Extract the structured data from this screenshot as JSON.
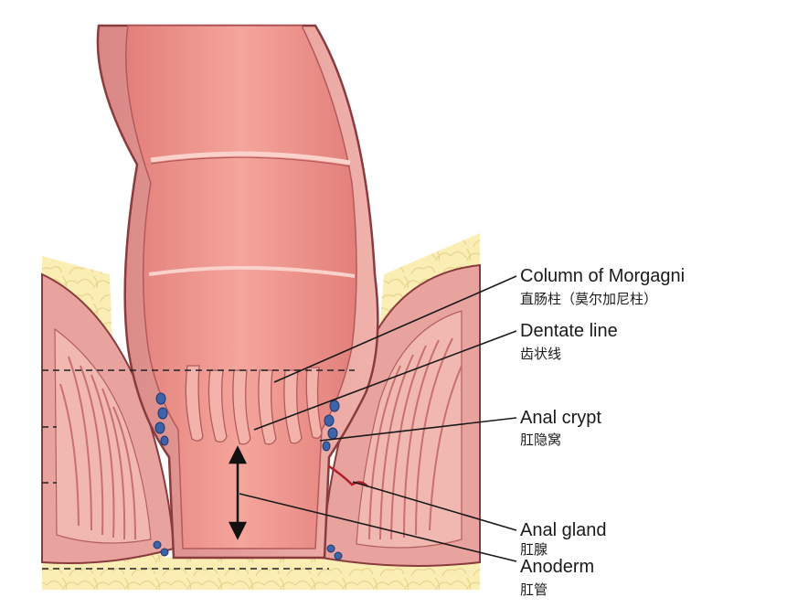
{
  "labels": [
    {
      "id": "column-of-morgagni",
      "en": "Column of Morgagni",
      "zh": "直肠柱（莫尔加尼柱）"
    },
    {
      "id": "dentate-line",
      "en": "Dentate line",
      "zh": "齿状线"
    },
    {
      "id": "anal-crypt",
      "en": "Anal crypt",
      "zh": "肛隐窝"
    },
    {
      "id": "anal-gland",
      "en": "Anal gland",
      "zh": "肛腺"
    },
    {
      "id": "anoderm",
      "en": "Anoderm",
      "zh": "肛管"
    }
  ],
  "colors": {
    "fat": "#fbeeb4",
    "fat_cells": "#e8d68c",
    "muscle": "#e8a39e",
    "muscle_dark": "#c9706e",
    "mucosa": "#ed8f88",
    "mucosa_light": "#f3b3ab",
    "outline": "#8a3b3e",
    "gland_blue": "#3e63a8",
    "leader": "#1a1a1a"
  }
}
